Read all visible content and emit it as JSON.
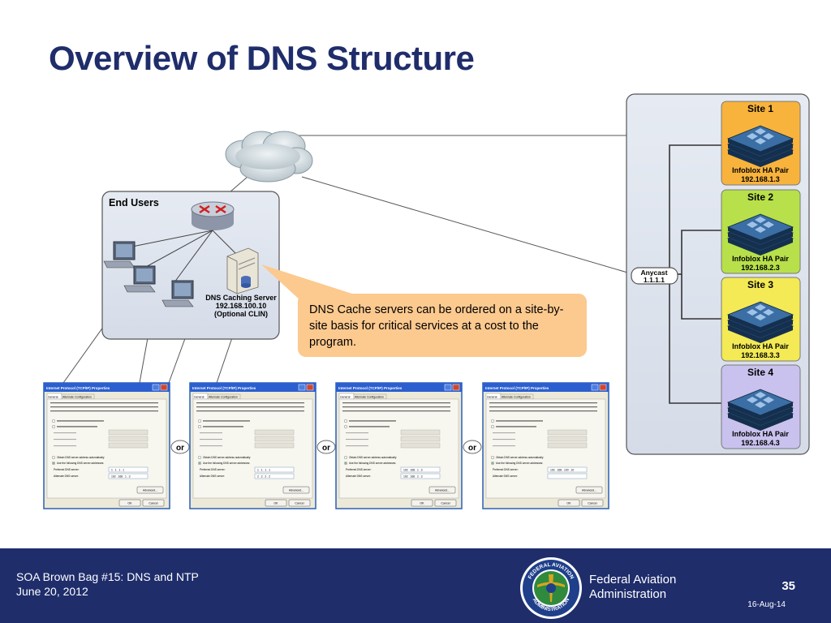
{
  "slide": {
    "title": "Overview of DNS Structure",
    "callout": "DNS Cache servers can be ordered on a site-by-site basis for critical services at a cost to the program."
  },
  "end_users": {
    "label": "End Users",
    "server_name": "DNS Caching Server",
    "server_ip": "192.168.100.10",
    "server_note": "(Optional CLIN)"
  },
  "anycast": {
    "label": "Anycast",
    "ip": "1.1.1.1"
  },
  "sites": [
    {
      "title": "Site 1",
      "pair": "Infoblox HA Pair",
      "ip": "192.168.1.3",
      "color": "#f8b33c"
    },
    {
      "title": "Site 2",
      "pair": "Infoblox HA Pair",
      "ip": "192.168.2.3",
      "color": "#b7e04a"
    },
    {
      "title": "Site 3",
      "pair": "Infoblox HA Pair",
      "ip": "192.168.3.3",
      "color": "#f3ea55"
    },
    {
      "title": "Site 4",
      "pair": "Infoblox HA Pair",
      "ip": "192.168.4.3",
      "color": "#c9c2ee"
    }
  ],
  "dialog": {
    "title": "Internet Protocol (TCP/IP) Properties",
    "tab_general": "General",
    "tab_alternate": "Alternate Configuration",
    "obtain_dns": "Obtain DNS server address automatically",
    "use_dns": "Use the following DNS server addresses:",
    "preferred_label": "Preferred DNS server:",
    "alternate_label": "Alternate DNS server:",
    "advanced": "Advanced...",
    "ok": "OK",
    "cancel": "Cancel"
  },
  "dialogs": [
    {
      "preferred": "1 . 1 . 1 . 1",
      "alternate": "192 . 168 . 1 . 3"
    },
    {
      "preferred": "1 . 1 . 1 . 1",
      "alternate": "2 . 2 . 2 . 2"
    },
    {
      "preferred": "192 . 168 . 1 . 3",
      "alternate": "192 . 168 . 2 . 3"
    },
    {
      "preferred": "192 . 168 . 100 . 10",
      "alternate": ""
    }
  ],
  "or_label": "or",
  "footer": {
    "line1": "SOA Brown Bag #15: DNS and NTP",
    "line2": "June 20, 2012",
    "org1": "Federal Aviation",
    "org2": "Administration",
    "page": "35",
    "date": "16-Aug-14",
    "seal_text_top": "FEDERAL AVIATION",
    "seal_text_bottom": "ADMINISTRATION"
  },
  "colors": {
    "navy": "#1f2d6b",
    "callout": "#fcc98f",
    "panel": "#dfe6f1"
  }
}
